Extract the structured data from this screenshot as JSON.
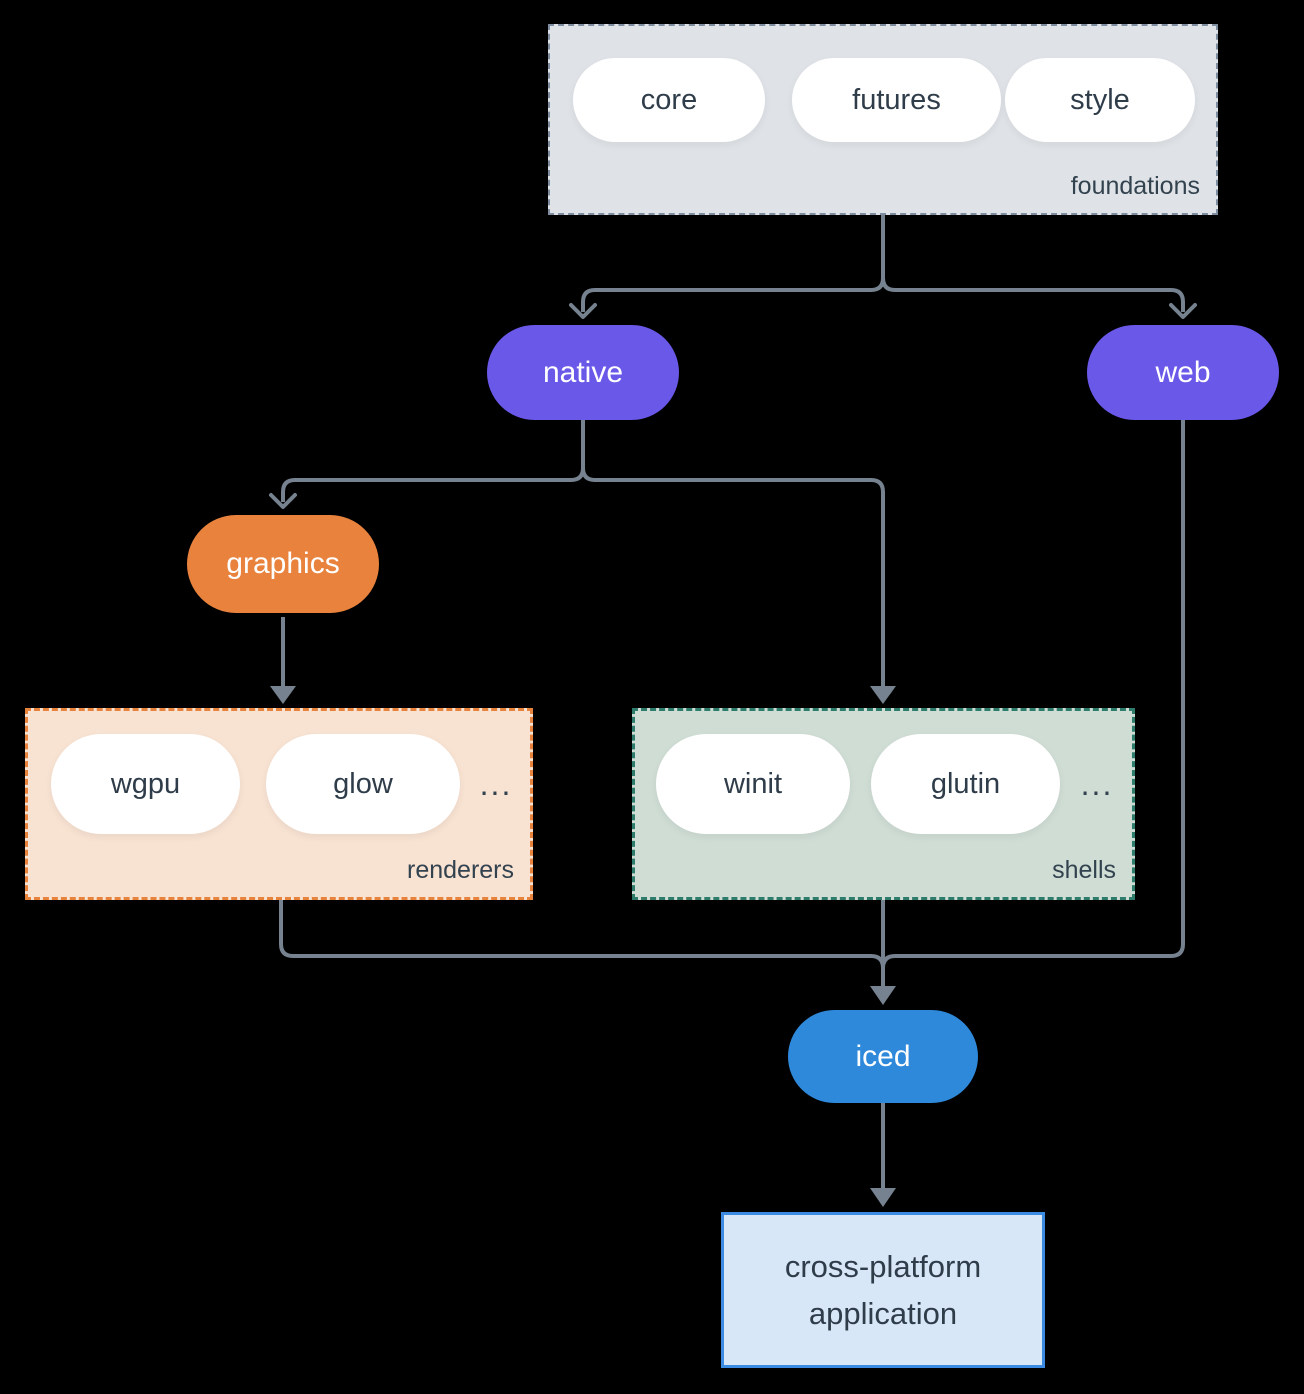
{
  "diagram": {
    "groups": {
      "foundations": {
        "label": "foundations",
        "items": [
          "core",
          "futures",
          "style"
        ]
      },
      "renderers": {
        "label": "renderers",
        "items": [
          "wgpu",
          "glow"
        ],
        "ellipsis": "..."
      },
      "shells": {
        "label": "shells",
        "items": [
          "winit",
          "glutin"
        ],
        "ellipsis": "..."
      }
    },
    "nodes": {
      "native": {
        "label": "native",
        "color": "#6A58E8"
      },
      "web": {
        "label": "web",
        "color": "#6A58E8"
      },
      "graphics": {
        "label": "graphics",
        "color": "#E8823D"
      },
      "iced": {
        "label": "iced",
        "color": "#2E89DB"
      },
      "application": {
        "lines": [
          "cross-platform",
          "application"
        ]
      }
    },
    "colors": {
      "background": "#000000",
      "foundations_fill": "#DFE3E7",
      "foundations_border": "#7E8EA0",
      "renderers_fill": "#F8E2D2",
      "renderers_border": "#E8833D",
      "shells_fill": "#CFDDD5",
      "shells_border": "#2D7C6C",
      "application_fill": "#D7E7F7",
      "application_border": "#3B8BE2",
      "pill_fill": "#FFFFFF",
      "connector": "#76828F",
      "text_dark": "#2F3C49",
      "text_light": "#FFFFFF"
    }
  }
}
